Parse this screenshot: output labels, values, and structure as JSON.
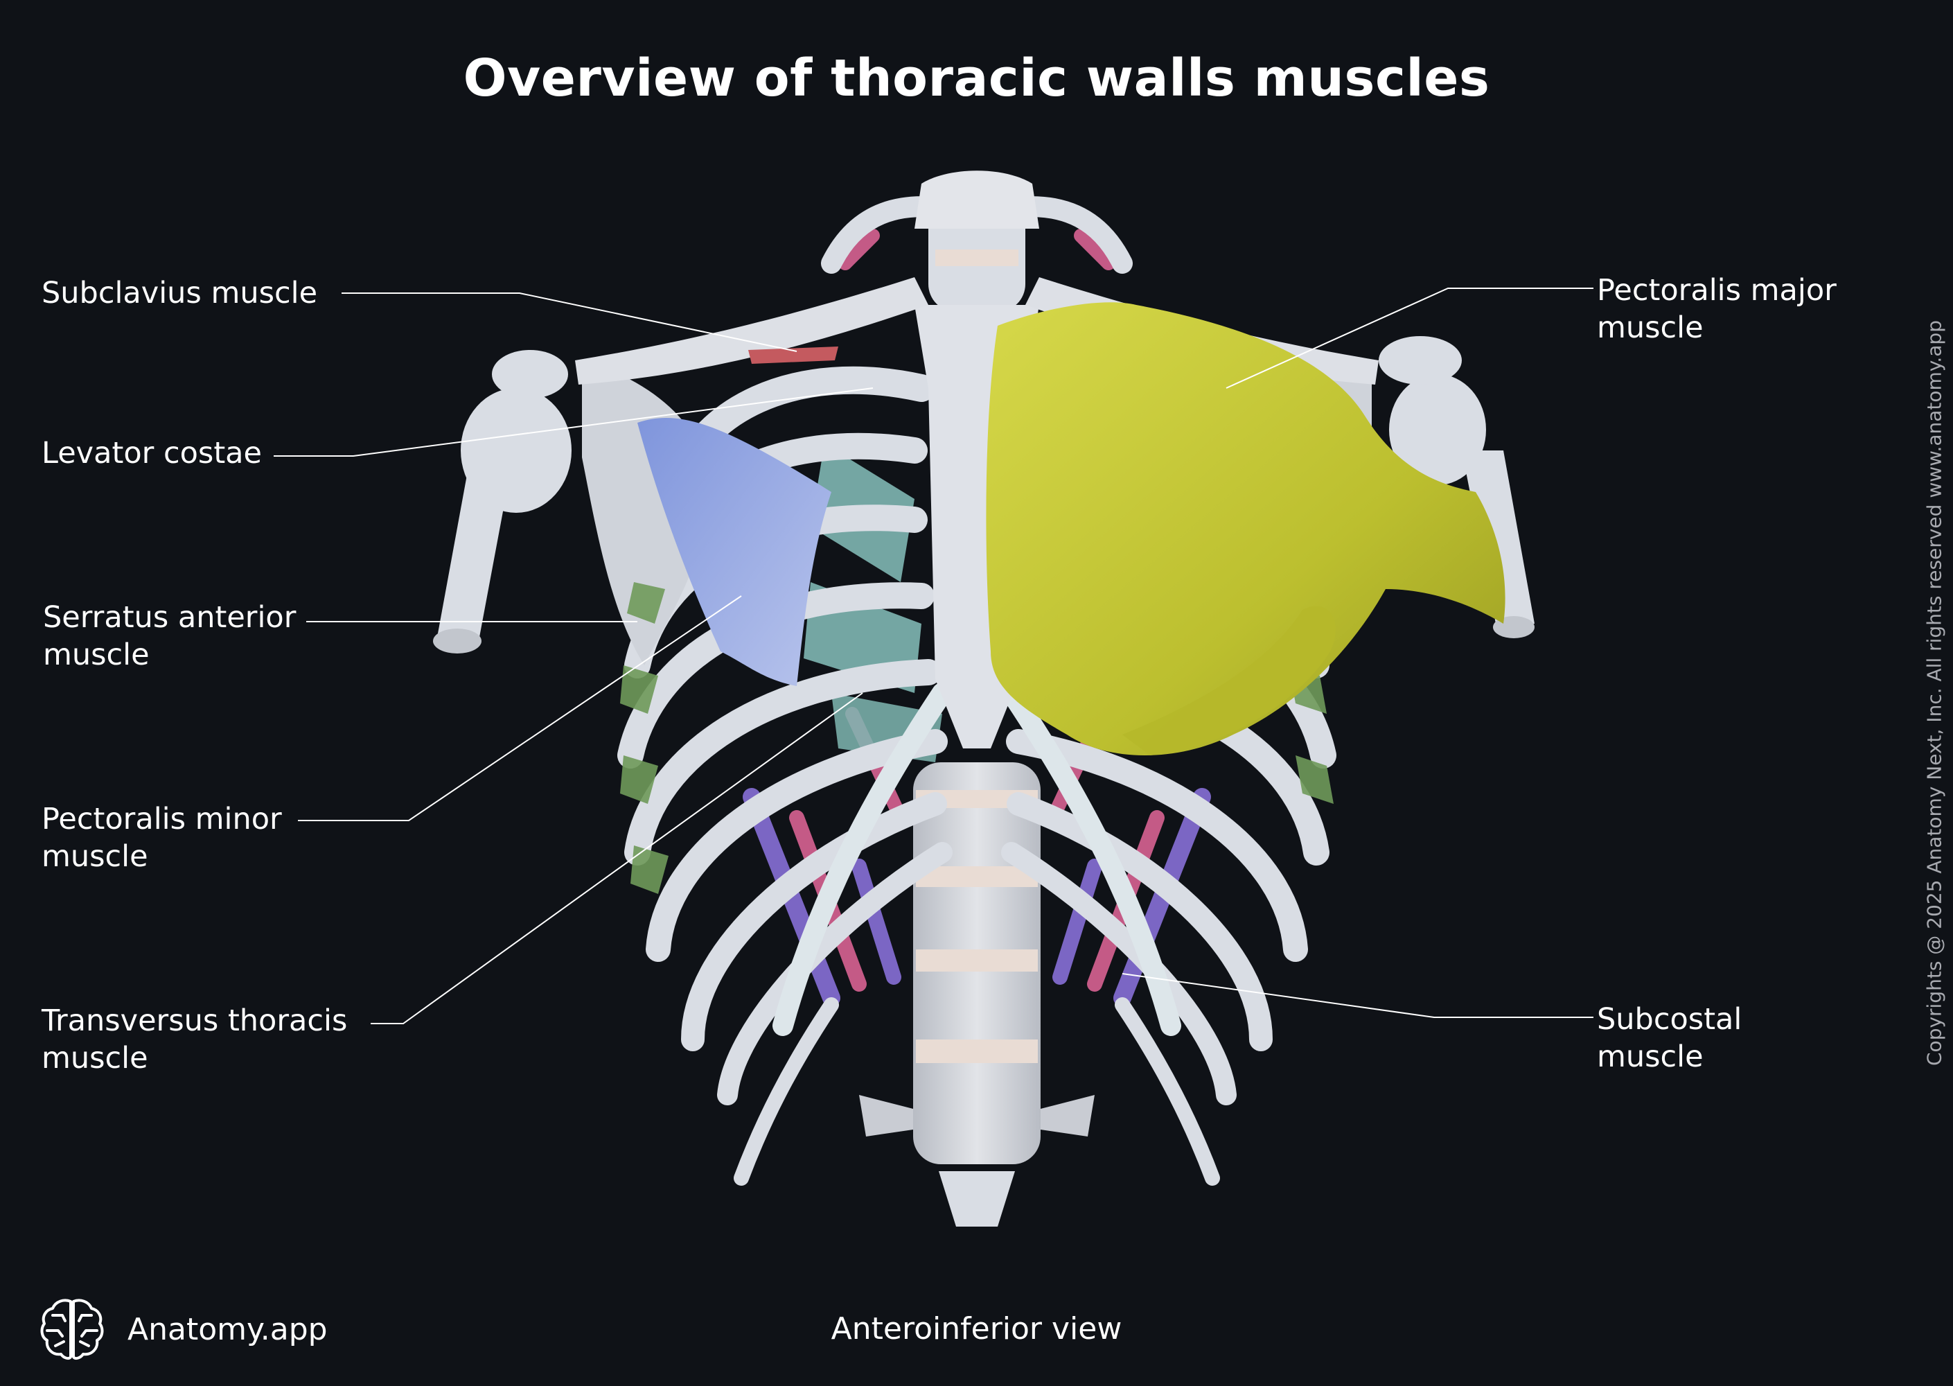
{
  "title": "Overview of thoracic walls muscles",
  "view": "Anteroinferior view",
  "brand": "Anatomy.app",
  "copyright": "Copyrights @ 2025 Anatomy Next, Inc. All rights reserved www.anatomy.app",
  "labels": {
    "subclavius": [
      "Subclavius muscle"
    ],
    "levator_costae": [
      "Levator costae"
    ],
    "serratus_anterior": [
      "Serratus anterior",
      "muscle"
    ],
    "pectoralis_minor": [
      "Pectoralis minor",
      "muscle"
    ],
    "transversus_thoracis": [
      "Transversus thoracis",
      "muscle"
    ],
    "pectoralis_major": [
      "Pectoralis major",
      "muscle"
    ],
    "subcostal": [
      "Subcostal",
      "muscle"
    ]
  },
  "colors": {
    "background": "#0f1217",
    "bone": "#d9dde4",
    "pectoralis_major": "#c4c638",
    "pectoralis_minor": "#8a9fe0",
    "intercostal_teal": "#7fb7b2",
    "serratus_green": "#6f9a5a",
    "subcostal_purple": "#7b66c4",
    "levator_pink": "#c45a86"
  }
}
